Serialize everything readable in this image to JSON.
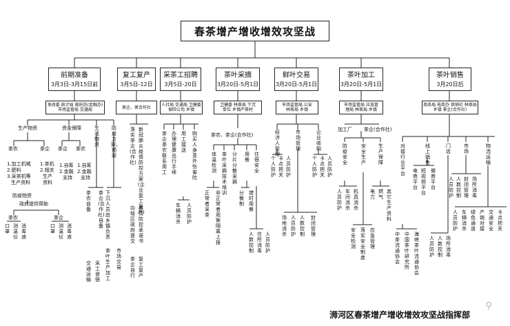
{
  "chart_title": "春茶增产增收增效攻坚战",
  "stages": [
    {
      "title": "前期准备",
      "dates": "3月3日-3月15日前",
      "depts": "发改委 统计局 政府办(金融办)\n市场监管局 交通局"
    },
    {
      "title": "复工复产",
      "dates": "3月5日-12日",
      "depts": "茶企、茶合作社"
    },
    {
      "title": "采茶工招聘",
      "dates": "3月5日-20日",
      "depts": "人社局 交通局 卫健委\n保险公司 乡镇"
    },
    {
      "title": "茶叶采摘",
      "dates": "3月20日-5月1日",
      "depts": "卫健委 林茶局 下沉\n单位 乡镇产茶村"
    },
    {
      "title": "鲜叶交易",
      "dates": "3月20日-5月1日",
      "depts": "市场监管局 公安\n林茶局 乡镇"
    },
    {
      "title": "茶叶加工",
      "dates": "3月20日-5月1日",
      "depts": "市场监管局 应急管\n理局 林茶局 乡镇"
    },
    {
      "title": "茶叶销售",
      "dates": "3月20日后",
      "depts": "商务局 电商办 供销社 林茶局\n乡镇 茶企(合作社)"
    }
  ],
  "s1": {
    "h_mat": "生产物资",
    "tea_farmer": "茶农",
    "tea_ent": "茶企",
    "farmer_items": [
      "1.加工机械",
      "2.肥料",
      "3.采茶机等",
      "生产资料"
    ],
    "ent_items": [
      "1.茶机",
      "2.相关",
      "生产",
      "资料"
    ],
    "h_fund": "资金保障",
    "fund_ent": "茶企",
    "fund_farmer": "茶农",
    "fund_ent_items": [
      "1.自筹",
      "2.金融",
      "支持"
    ],
    "fund_farmer_items": [
      "1.自筹",
      "2.金融",
      "支持"
    ],
    "h_supply": "生活物资",
    "h_plan": "防疫方案、预案",
    "h_epi": "防疫物资",
    "gov_help": "政府提供帮助",
    "epi_farmer": "茶农",
    "epi_ent": "茶企",
    "epi_items": [
      "口罩",
      "测温仪",
      "消毒液",
      "口罩",
      "测温仪",
      "消毒液"
    ],
    "v_supply": [
      "茶农自备",
      "茶企(合作社)自备",
      "交通运输",
      "采工食宿"
    ],
    "v_plan": [
      "下沉人员由乡镇负责",
      "茶叶生产加工",
      "市场交易"
    ]
  },
  "s2": {
    "v1": "新冠肺炎疫情防控方案(企业复工复产)",
    "v2": "落实茶企(合作社)",
    "v3": "向辖区政府提交",
    "v4": "疫情防控承诺书",
    "v5": "茶企自行",
    "v6": "复工复产"
  },
  "s3": {
    "v_a": "茶企茶农联系用工",
    "v_b": "办理健康出行手续",
    "v_c": "用工接送",
    "v_d": "购买人身意外伤害险",
    "v_e": "车辆消杀",
    "v_f": "人员防护"
  },
  "s4": {
    "h": "茶农、茶企(合作社)",
    "v_temp": "体温检测",
    "v_normal": "正常者采茶",
    "v_abn": "非正常者观察隔离上报",
    "v_pick": "茶叶采摘技术培训",
    "v_split": "分片分散采摘",
    "v_meal": "用餐",
    "v_meal1": "分餐制",
    "v_meal2": "错时用餐",
    "v_live": "住宿安全",
    "v_live1": "人数控制",
    "v_live2": "住所消毒",
    "v_live3": "人员防护"
  },
  "s5": {
    "h1": "经济人管理",
    "h2": "市场管理",
    "h3": "企业收购",
    "v1": "个人防护",
    "v2": "卡点把关",
    "v3": "人员防护",
    "v4": "场地消杀",
    "v5": "人员防护",
    "v6": "人数控制",
    "v7": "封闭管理",
    "v8": "个人防护",
    "v9": "卡点把关",
    "v10": "人员防护"
  },
  "s6": {
    "h1": "加工厂",
    "h2": "茶企(合作社)",
    "v_epi": "防疫安全",
    "v_p1": "人员防护",
    "v_p2": "车间消杀",
    "v_p3": "机具消杀",
    "v_safe": "安全生产",
    "v_s1": "安全检测",
    "v_s2": "落实安全制度",
    "v_s3": "应急管理",
    "v_sup": "生产保障",
    "v_e1": "电力",
    "v_e2": "燃气",
    "v_e3": "其它生产资料"
  },
  "s7": {
    "v_plat": "对接行业平台",
    "v_plat1": "中茶流通协会",
    "v_plat2": "中国茶叶研究所",
    "v_plat3": "海峡茶叶流通协会",
    "v_online": "线上销售",
    "v_o1": "电商平台",
    "v_o2": "短视频平台",
    "v_o3": "微商平台",
    "v_store": "门店",
    "v_st1": "人员防护",
    "v_st2": "人数控制",
    "v_st3": "场所消毒",
    "v_market": "市场",
    "v_m1": "人员防护",
    "v_m2": "人数控制",
    "v_m3": "封闭管理",
    "v_m4": "场所消毒",
    "v_log": "物流运输",
    "v_l1": "人员防护",
    "v_l2": "车辆消杀",
    "v_l3": "绿色通道",
    "v_l4": "产销对接",
    "v_l5": "交通安全",
    "v_l6": "卡点把关"
  },
  "footer": "浉河区春茶增产增收增效攻坚战指挥部"
}
